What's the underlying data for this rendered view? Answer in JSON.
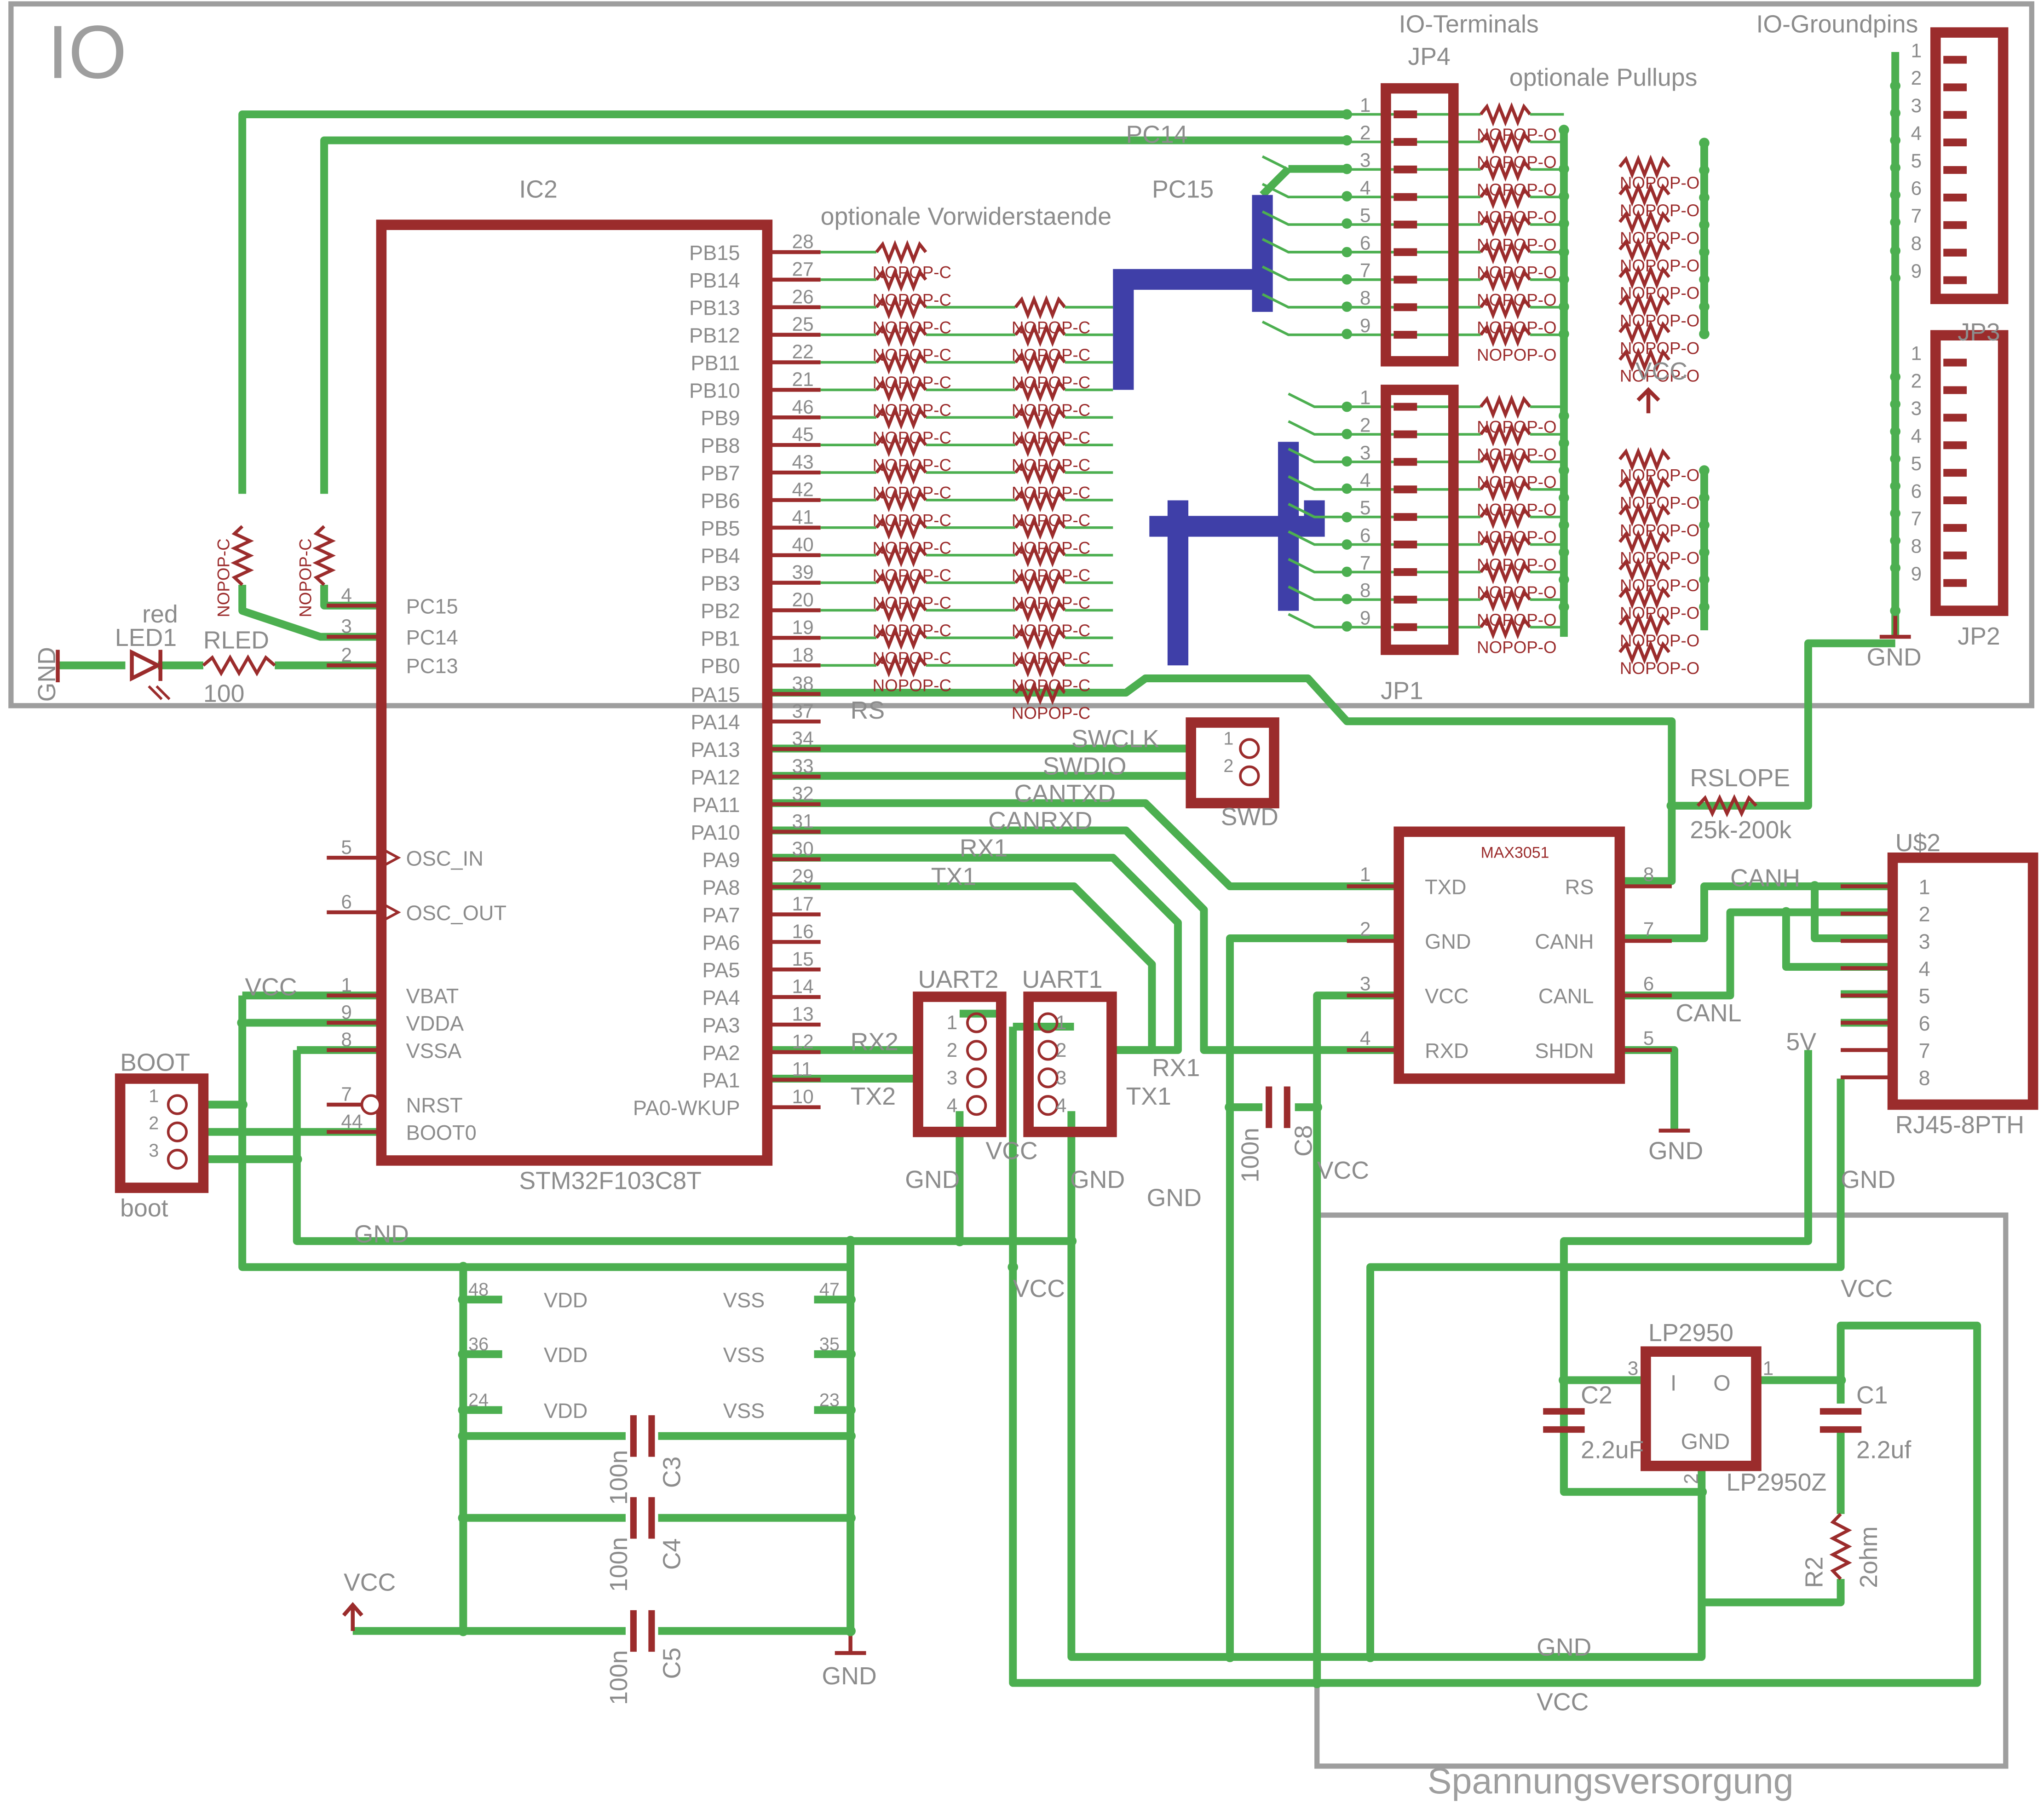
{
  "frames": {
    "io_title": "IO",
    "power_title": "Spannungsversorgung"
  },
  "colors": {
    "wire": "#4caf50",
    "part": "#9b2c2c",
    "bus": "#3f3fa8",
    "text": "#8c8c8c"
  },
  "mcu": {
    "name": "IC2",
    "value": "STM32F103C8T",
    "right_pins": [
      {
        "label": "PB15",
        "num": "28"
      },
      {
        "label": "PB14",
        "num": "27"
      },
      {
        "label": "PB13",
        "num": "26"
      },
      {
        "label": "PB12",
        "num": "25"
      },
      {
        "label": "PB11",
        "num": "22"
      },
      {
        "label": "PB10",
        "num": "21"
      },
      {
        "label": "PB9",
        "num": "46"
      },
      {
        "label": "PB8",
        "num": "45"
      },
      {
        "label": "PB7",
        "num": "43"
      },
      {
        "label": "PB6",
        "num": "42"
      },
      {
        "label": "PB5",
        "num": "41"
      },
      {
        "label": "PB4",
        "num": "40"
      },
      {
        "label": "PB3",
        "num": "39"
      },
      {
        "label": "PB2",
        "num": "20"
      },
      {
        "label": "PB1",
        "num": "19"
      },
      {
        "label": "PB0",
        "num": "18"
      },
      {
        "label": "PA15",
        "num": "38"
      },
      {
        "label": "PA14",
        "num": "37"
      },
      {
        "label": "PA13",
        "num": "34"
      },
      {
        "label": "PA12",
        "num": "33"
      },
      {
        "label": "PA11",
        "num": "32"
      },
      {
        "label": "PA10",
        "num": "31"
      },
      {
        "label": "PA9",
        "num": "30"
      },
      {
        "label": "PA8",
        "num": "29"
      },
      {
        "label": "PA7",
        "num": "17"
      },
      {
        "label": "PA6",
        "num": "16"
      },
      {
        "label": "PA5",
        "num": "15"
      },
      {
        "label": "PA4",
        "num": "14"
      },
      {
        "label": "PA3",
        "num": "13"
      },
      {
        "label": "PA2",
        "num": "12"
      },
      {
        "label": "PA1",
        "num": "11"
      },
      {
        "label": "PA0-WKUP",
        "num": "10"
      }
    ],
    "left_pins": [
      {
        "label": "PC15",
        "num": "4"
      },
      {
        "label": "PC14",
        "num": "3"
      },
      {
        "label": "PC13",
        "num": "2"
      },
      {
        "label": "OSC_IN",
        "num": "5"
      },
      {
        "label": "OSC_OUT",
        "num": "6"
      },
      {
        "label": "VBAT",
        "num": "1"
      },
      {
        "label": "VDDA",
        "num": "9"
      },
      {
        "label": "VSSA",
        "num": "8"
      },
      {
        "label": "NRST",
        "num": "7"
      },
      {
        "label": "BOOT0",
        "num": "44"
      }
    ],
    "power_pins": [
      {
        "vdd": "VDD",
        "vdd_num": "48",
        "vss": "VSS",
        "vss_num": "47"
      },
      {
        "vdd": "VDD",
        "vdd_num": "36",
        "vss": "VSS",
        "vss_num": "35"
      },
      {
        "vdd": "VDD",
        "vdd_num": "24",
        "vss": "VSS",
        "vss_num": "23"
      }
    ]
  },
  "labels": {
    "opt_vorwid": "optionale Vorwiderstaende",
    "opt_pullups": "optionale Pullups",
    "io_terminals": "IO-Terminals",
    "io_groundpins": "IO-Groundpins",
    "pc14": "PC14",
    "pc15": "PC15",
    "nopop_c": "NOPOP-C",
    "nopop_o": "NOPOP-O",
    "vcc": "VCC",
    "gnd": "GND",
    "v5": "5V",
    "rs": "RS",
    "swclk": "SWCLK",
    "swdio": "SWDIO",
    "cantxd": "CANTXD",
    "canrxd": "CANRXD",
    "rx1": "RX1",
    "tx1": "TX1",
    "rx2": "RX2",
    "tx2": "TX2",
    "canh": "CANH",
    "canl": "CANL"
  },
  "parts": {
    "led": {
      "name": "LED1",
      "value": "red"
    },
    "rled": {
      "name": "RLED",
      "value": "100"
    },
    "boot": {
      "name": "BOOT",
      "value": "boot"
    },
    "jp4": "JP4",
    "jp1": "JP1",
    "jp3": "JP3",
    "jp2": "JP2",
    "swd": "SWD",
    "uart1": "UART1",
    "uart2": "UART2",
    "rslope": {
      "name": "RSLOPE",
      "value": "25k-200k"
    },
    "max3051": {
      "name": "MAX3051",
      "left": [
        {
          "label": "TXD",
          "num": "1"
        },
        {
          "label": "GND",
          "num": "2"
        },
        {
          "label": "VCC",
          "num": "3"
        },
        {
          "label": "RXD",
          "num": "4"
        }
      ],
      "right": [
        {
          "label": "RS",
          "num": "8"
        },
        {
          "label": "CANH",
          "num": "7"
        },
        {
          "label": "CANL",
          "num": "6"
        },
        {
          "label": "SHDN",
          "num": "5"
        }
      ]
    },
    "rj45": {
      "name": "U$2",
      "value": "RJ45-8PTH"
    },
    "c8": {
      "name": "C8",
      "value": "100n"
    },
    "c3": {
      "name": "C3",
      "value": "100n"
    },
    "c4": {
      "name": "C4",
      "value": "100n"
    },
    "c5": {
      "name": "C5",
      "value": "100n"
    },
    "ldo": {
      "name": "LP2950",
      "value": "LP2950Z",
      "in": "I",
      "out": "O",
      "gnd": "GND",
      "pin_in": "3",
      "pin_out": "1",
      "pin_gnd": "2"
    },
    "c2": {
      "name": "C2",
      "value": "2.2uF"
    },
    "c1": {
      "name": "C1",
      "value": "2.2uf"
    },
    "r2": {
      "name": "R2",
      "value": "2ohm"
    }
  }
}
